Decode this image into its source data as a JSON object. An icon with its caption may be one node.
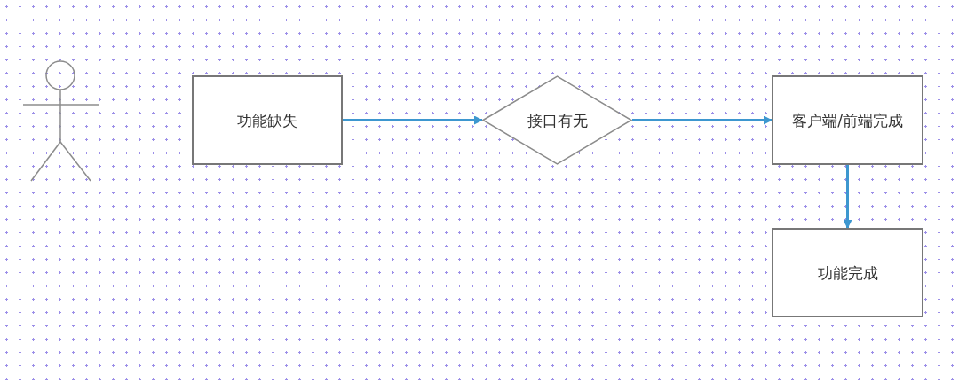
{
  "diagram": {
    "nodes": [
      {
        "text": [
          "功能缺失"
        ]
      },
      {
        "text": [
          "接口有无"
        ]
      },
      {
        "text": [
          "客户端/前端完成"
        ]
      },
      {
        "text": [
          "功能完成"
        ]
      }
    ],
    "edges": [
      {
        "from": 0,
        "to": 1,
        "arrow": "to"
      },
      {
        "from": 1,
        "to": 2,
        "arrow": "to"
      },
      {
        "from": 2,
        "to": 3,
        "arrow": "to"
      }
    ]
  }
}
